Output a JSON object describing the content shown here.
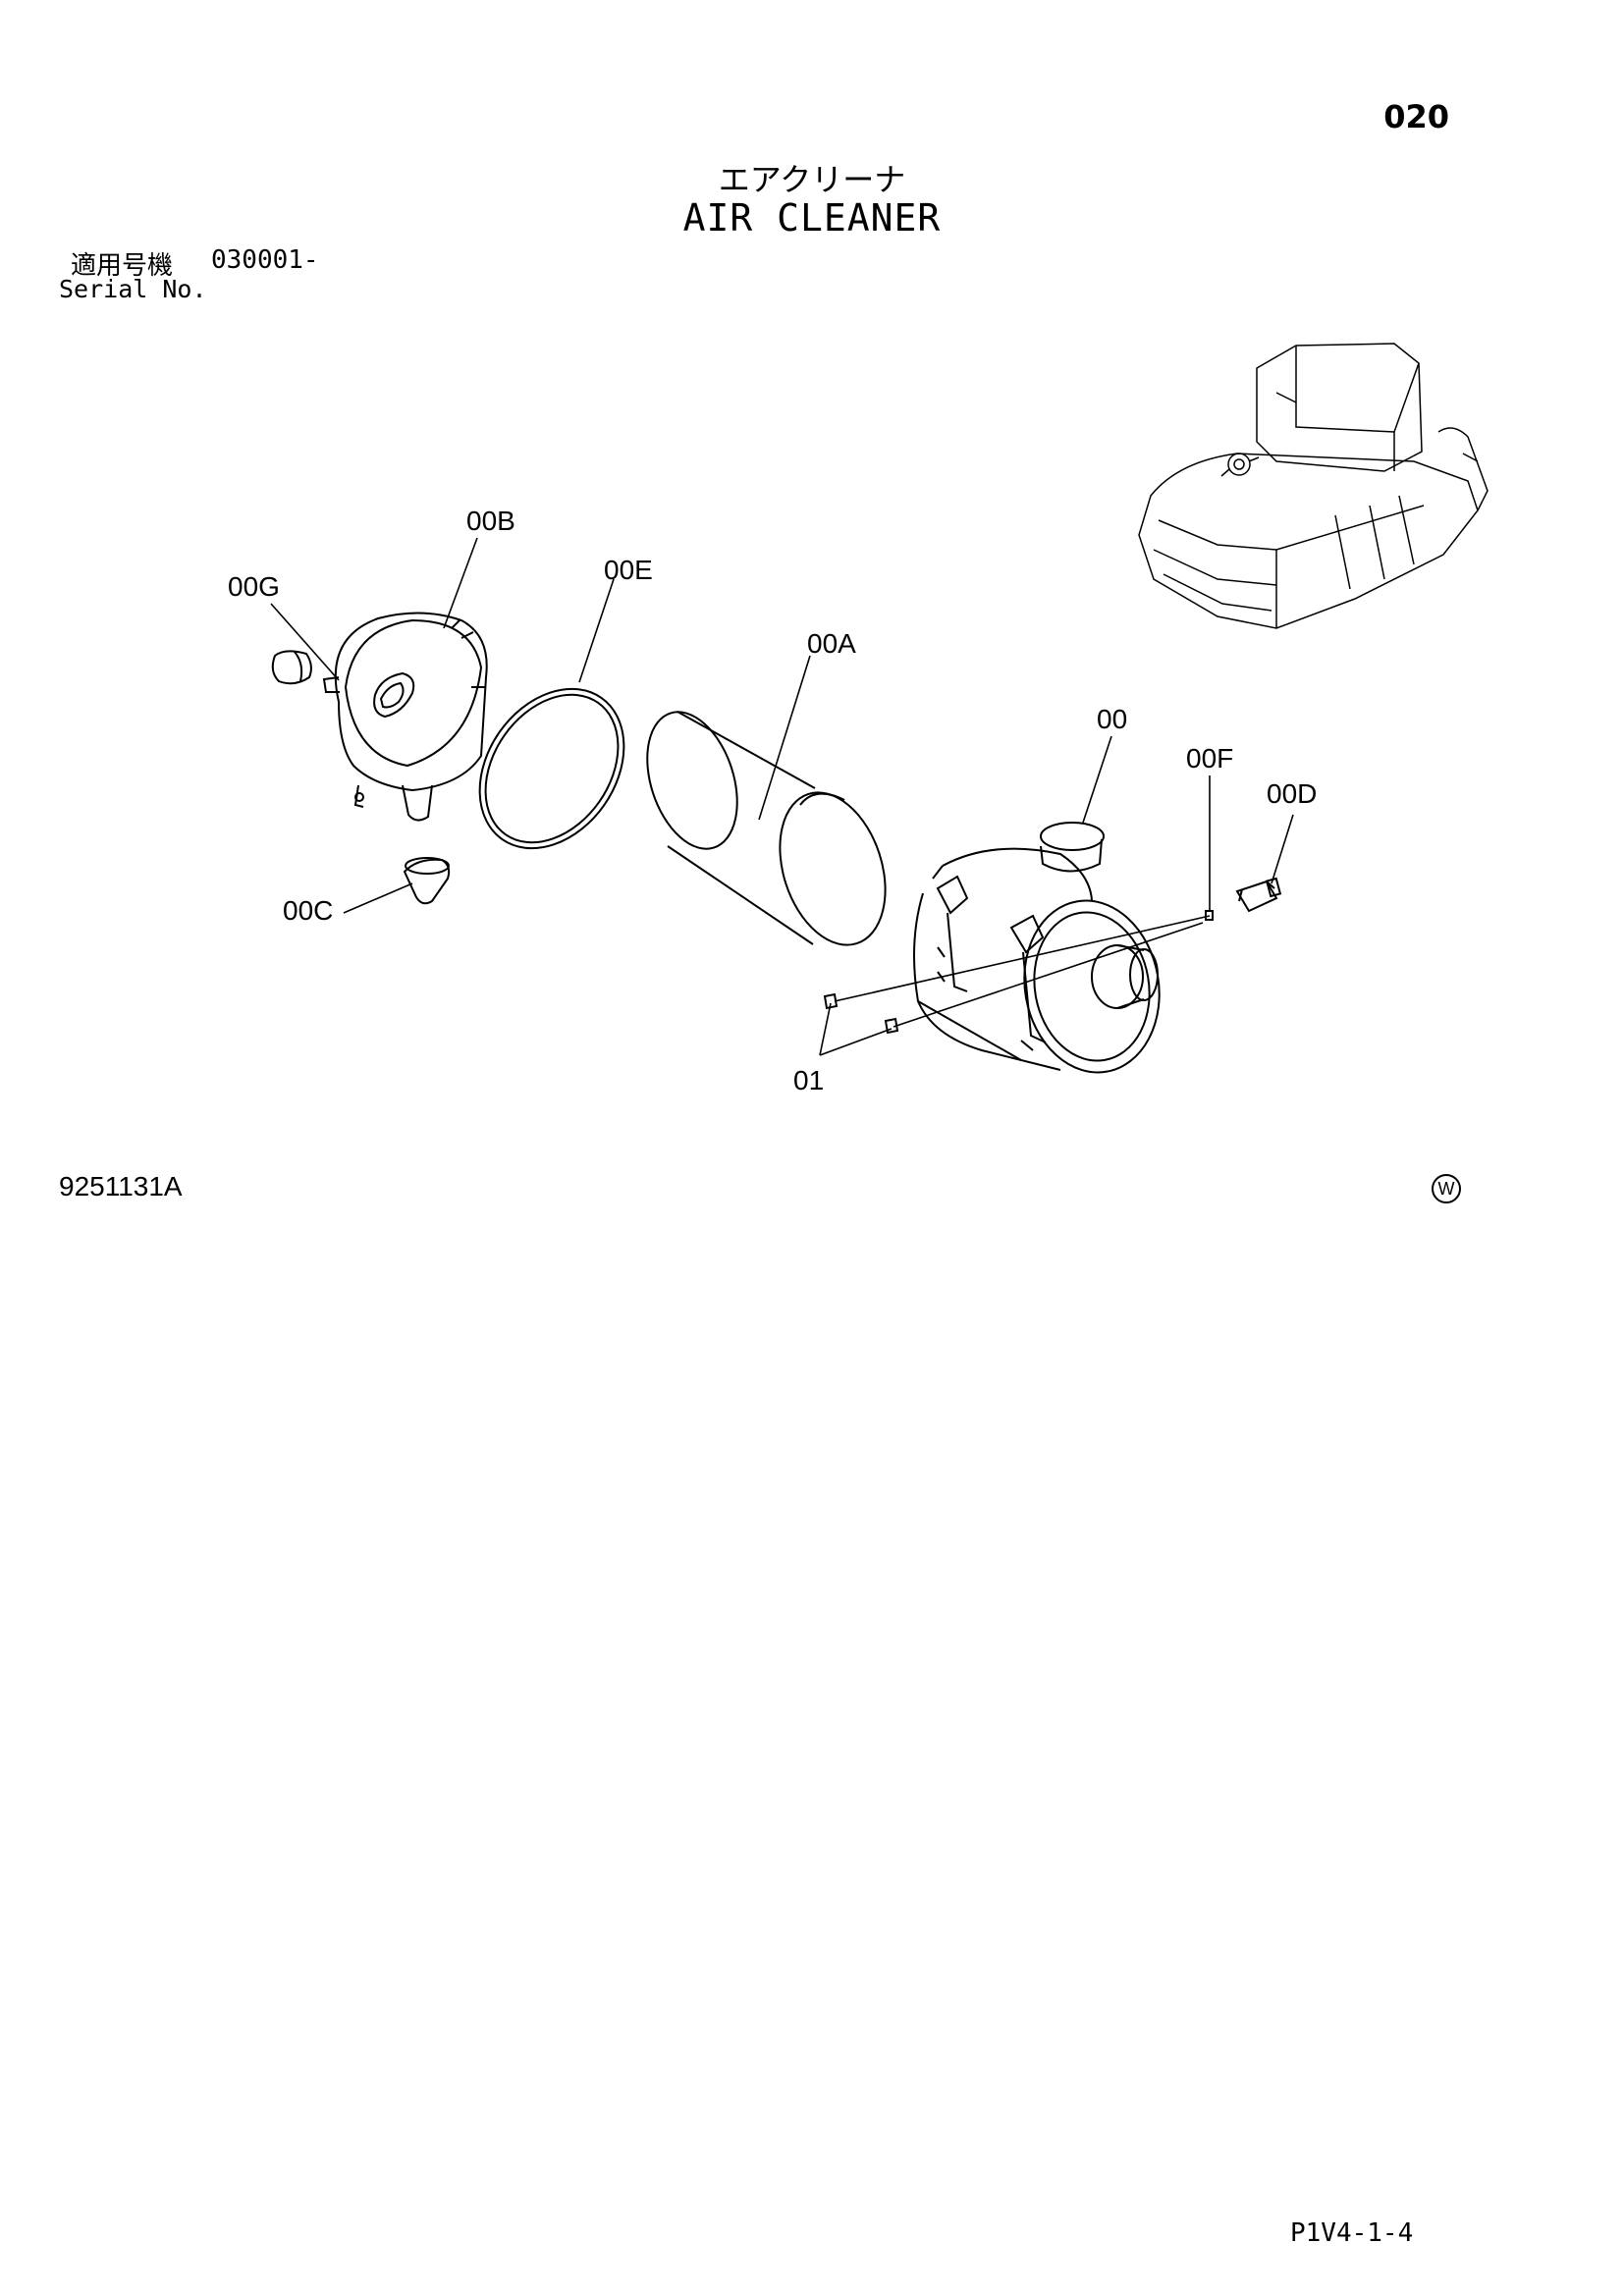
{
  "page_number": "020",
  "title_jp": "エアクリーナ",
  "title_en": "AIR CLEANER",
  "serial": {
    "label_jp": "適用号機",
    "value": "030001-",
    "label_en": "Serial No."
  },
  "part_labels": {
    "p00": "00",
    "p00A": "00A",
    "p00B": "00B",
    "p00C": "00C",
    "p00D": "00D",
    "p00E": "00E",
    "p00F": "00F",
    "p00G": "00G",
    "p01": "01"
  },
  "drawing_code": "9251131A",
  "maker_mark": "W",
  "page_ref": "P1V4-1-4"
}
